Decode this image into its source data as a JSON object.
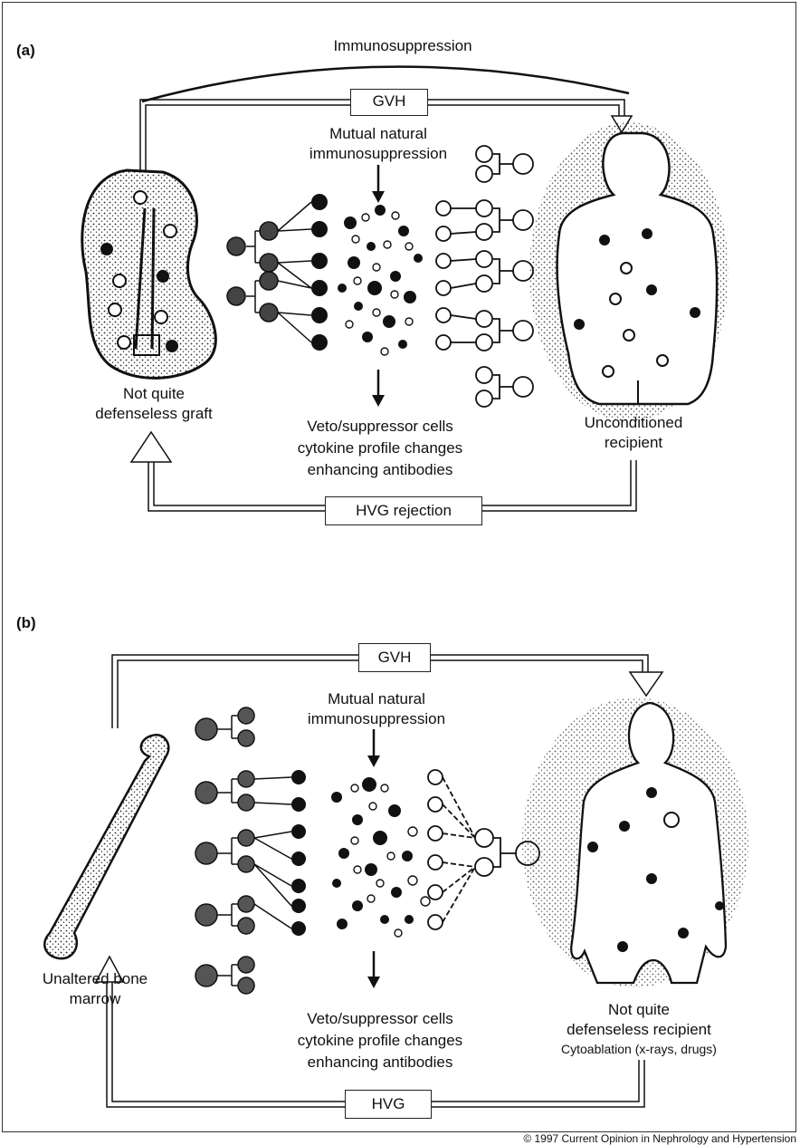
{
  "panel_a": {
    "letter": "(a)",
    "arc_label": "Immunosuppression",
    "gvh_label": "GVH",
    "center_title_1": "Mutual natural",
    "center_title_2": "immunosuppression",
    "center_bottom_1": "Veto/suppressor cells",
    "center_bottom_2": "cytokine profile changes",
    "center_bottom_3": "enhancing antibodies",
    "left_label_1": "Not quite",
    "left_label_2": "defenseless graft",
    "right_label_1": "Unconditioned",
    "right_label_2": "recipient",
    "hvg_label": "HVG rejection"
  },
  "panel_b": {
    "letter": "(b)",
    "gvh_label": "GVH",
    "center_title_1": "Mutual natural",
    "center_title_2": "immunosuppression",
    "center_bottom_1": "Veto/suppressor cells",
    "center_bottom_2": "cytokine profile changes",
    "center_bottom_3": "enhancing antibodies",
    "left_label_1": "Unaltered bone",
    "left_label_2": "marrow",
    "right_label_1": "Not quite",
    "right_label_2": "defenseless recipient",
    "right_label_3": "Cytoablation (x-rays, drugs)",
    "hvg_label": "HVG"
  },
  "copyright": "© 1997 Current Opinion in Nephrology and Hypertension"
}
